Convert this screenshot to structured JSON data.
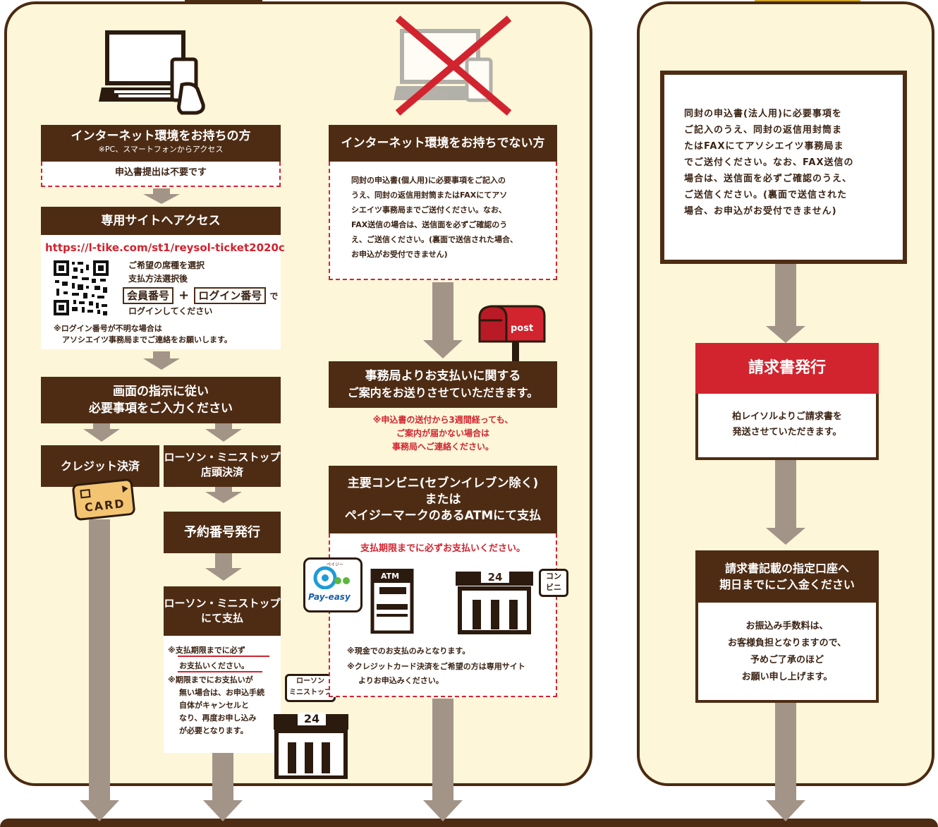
{
  "left_panel": {
    "internet_yes": {
      "title": "インターネット環境をお持ちの方",
      "subtitle": "※PC、スマートフォンからアクセス",
      "note": "申込書提出は不要です"
    },
    "access": {
      "title": "専用サイトへアクセス",
      "url": "https://l-tike.com/st1/reysol-ticket2020c",
      "line1": "ご希望の席種を選択",
      "line2": "支払方法選択後",
      "member_no": "会員番号",
      "plus": "+",
      "login_no": "ログイン番号",
      "de": "で",
      "line3": "ログインしてください",
      "warn1": "※ログイン番号が不明な場合は",
      "warn2": "アソシエイツ事務局までご連絡をお願いします。"
    },
    "input": {
      "line1": "画面の指示に従い",
      "line2": "必要事項をご入力ください"
    },
    "credit": {
      "label": "クレジット決済",
      "card": "CARD"
    },
    "lawson": {
      "line1": "ローソン・ミニストップ",
      "line2": "店頭決済"
    },
    "reserve": {
      "label": "予約番号発行"
    },
    "lawson_pay": {
      "line1": "ローソン・ミニストップ",
      "line2": "にて支払",
      "n1": "※支払期限までに必ず",
      "n2": "お支払いください。",
      "n3": "※期限までにお支払いが",
      "n4": "無い場合は、お申込手続",
      "n5": "自体がキャンセルと",
      "n6": "なり、再度お申し込み",
      "n7": "が必要となります。",
      "store_line1": "ローソン",
      "store_line2": "ミニストップ",
      "store_24": "24"
    },
    "internet_no": {
      "title": "インターネット環境をお持ちでない方",
      "body1": "同封の申込書(個人用)に必要事項をご記入の",
      "body2": "うえ、同封の返信用封筒またはFAXにてアソ",
      "body3": "シエイツ事務局までご送付ください。なお、",
      "body4": "FAX送信の場合は、送信面を必ずご確認のう",
      "body5": "え、ご送信ください。(裏面で送信された場合、",
      "body6": "お申込がお受付できません)"
    },
    "post": {
      "label": "post"
    },
    "office": {
      "line1": "事務局よりお支払いに関する",
      "line2": "ご案内をお送りさせていただきます。",
      "r1": "※申込書の送付から3週間経っても、",
      "r2": "ご案内が届かない場合は",
      "r3": "事務局へご連絡ください。"
    },
    "convenience": {
      "line1": "主要コンビニ(セブンイレブン除く)",
      "line2": "または",
      "line3": "ペイジーマークのあるATMにて支払",
      "deadline": "支払期限までに必ずお支払いください。",
      "payeasy_small": "ペイジー",
      "payeasy": "Pay-easy",
      "atm": "ATM",
      "store_24": "24",
      "konbini1": "コン",
      "konbini2": "ビニ",
      "n1": "※現金でのお支払のみとなります。",
      "n2": "※クレジットカード決済をご希望の方は専用サイト",
      "n3": "よりお申込みください。"
    }
  },
  "right_panel": {
    "corp": {
      "l1": "同封の申込書(法人用)に必要事項を",
      "l2": "ご記入のうえ、同封の返信用封筒ま",
      "l3": "たはFAXにてアソシエイツ事務局ま",
      "l4": "でご送付ください。なお、FAX送信の",
      "l5": "場合は、送信面を必ずご確認のうえ、",
      "l6": "ご送信ください。(裏面で送信された",
      "l7": "場合、お申込がお受付できません)"
    },
    "invoice": {
      "title": "請求書発行",
      "l1": "柏レイソルよりご請求書を",
      "l2": "発送させていただきます。"
    },
    "deposit": {
      "t1": "請求書記載の指定口座へ",
      "t2": "期日までにご入金ください",
      "l1": "お振込み手数料は、",
      "l2": "お客様負担となりますので、",
      "l3": "予めご了承のほど",
      "l4": "お願い申し上げます。"
    }
  },
  "colors": {
    "brown": "#4e2c14",
    "red": "#d1242f",
    "cream": "#fdf6d8",
    "arrow": "#a39488"
  }
}
